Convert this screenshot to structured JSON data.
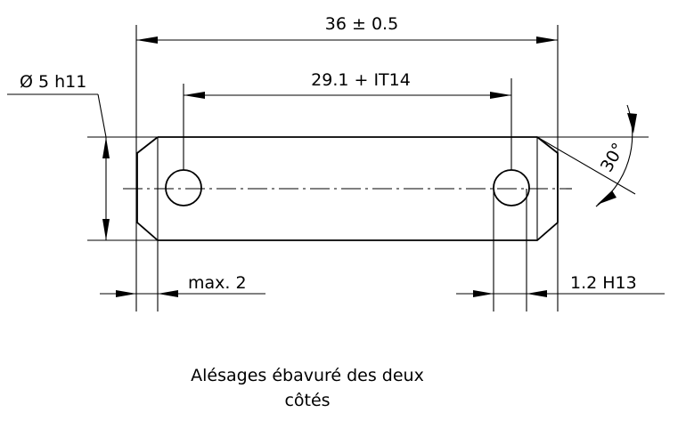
{
  "drawing": {
    "dimensions": {
      "overall_length": "36 ± 0.5",
      "hole_spacing": "29.1 + IT14",
      "diameter": "Ø 5 h11",
      "chamfer_angle": "30°",
      "chamfer_length": "max. 2",
      "hole_diameter": "1.2 H13"
    },
    "note": {
      "line1": "Alésages ébavuré des deux",
      "line2": "côtés"
    }
  }
}
